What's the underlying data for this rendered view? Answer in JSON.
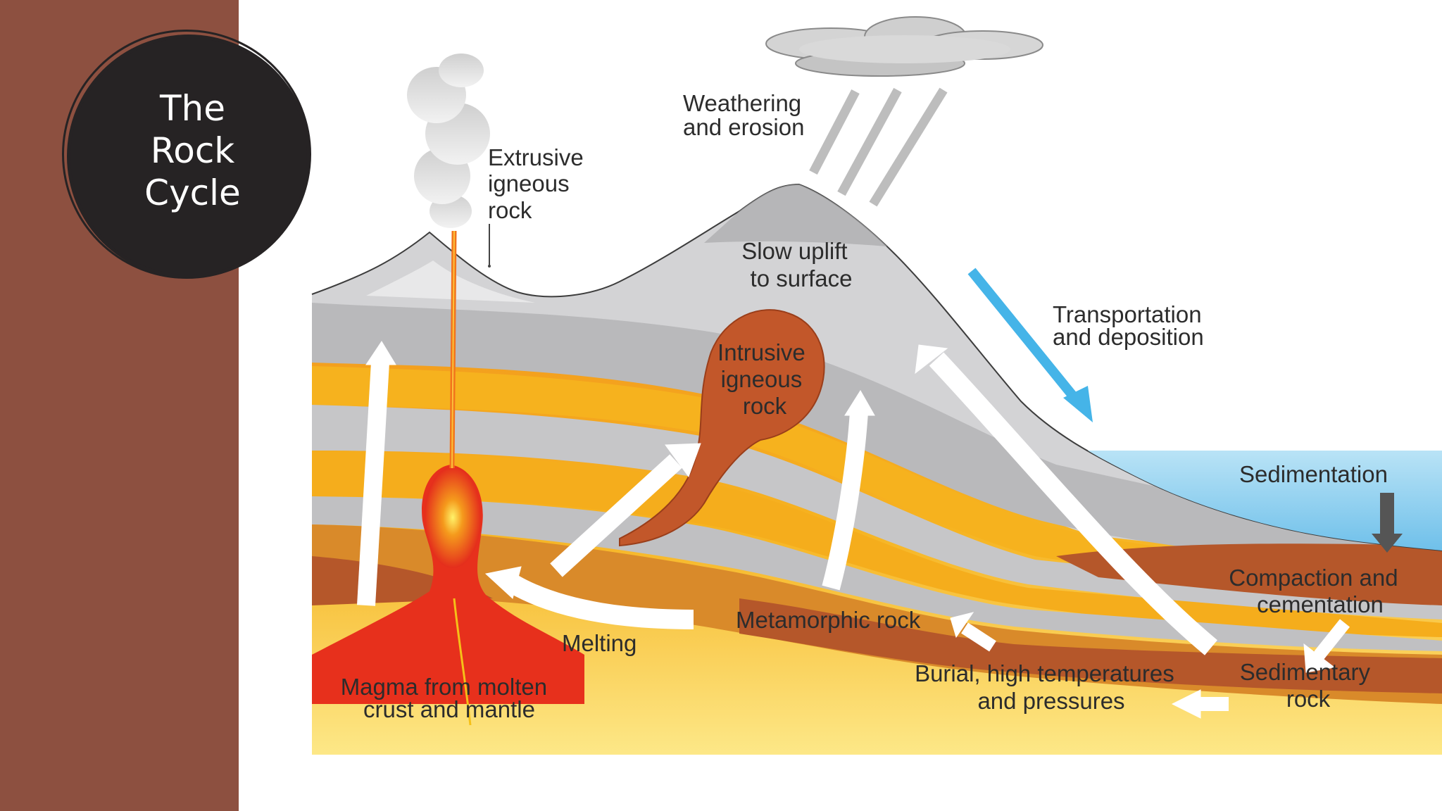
{
  "slide": {
    "title_lines": [
      "The",
      "Rock",
      "Cycle"
    ],
    "colors": {
      "sidebar": "#8d5040",
      "title_badge": "#262324",
      "title_text": "#ffffff"
    }
  },
  "diagram": {
    "labels": {
      "weathering": [
        "Weathering",
        "and erosion"
      ],
      "extrusive": [
        "Extrusive",
        "igneous",
        "rock"
      ],
      "uplift": [
        "Slow uplift",
        "to surface"
      ],
      "transportation": [
        "Transportation",
        "and deposition"
      ],
      "intrusive": [
        "Intrusive",
        "igneous",
        "rock"
      ],
      "sedimentation": [
        "Sedimentation"
      ],
      "compaction": [
        "Compaction and",
        "cementation"
      ],
      "metamorphic": [
        "Metamorphic rock"
      ],
      "melting": [
        "Melting"
      ],
      "burial": [
        "Burial, high temperatures",
        "and pressures"
      ],
      "sedimentary": [
        "Sedimentary",
        "rock"
      ],
      "magma": [
        "Magma from molten",
        "crust and mantle"
      ]
    },
    "colors": {
      "grey_layer": "#c9c9cb",
      "yellow_layer": "#f6b31e",
      "orange_layer": "#e08a1d",
      "brown_layer": "#b4582a",
      "deep_layer": "#f2a31a",
      "magma": "#e8301c",
      "water": "#8dcdec",
      "arrow_white": "#ffffff",
      "rain_arrow": "#bcbcbc",
      "transport_arrow": "#44b3e8",
      "intrusion": "#c2582a"
    }
  }
}
